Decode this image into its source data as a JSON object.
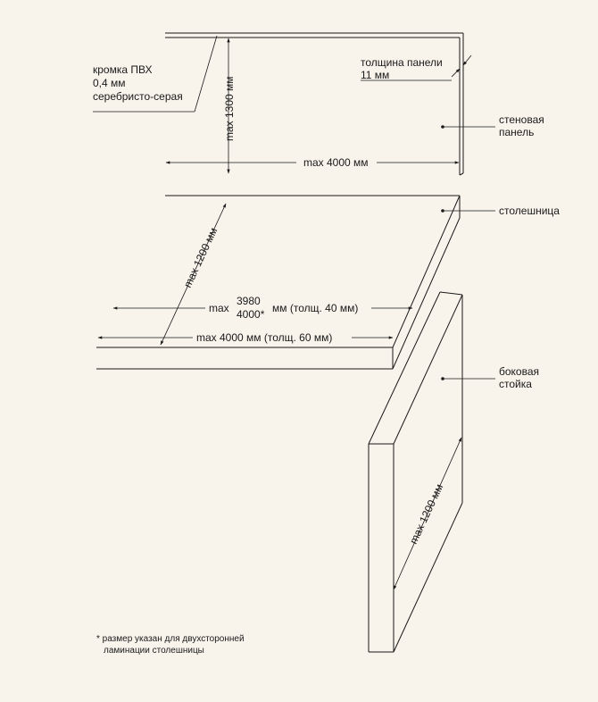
{
  "labels": {
    "edge_line1": "кромка ПВХ",
    "edge_line2": "0,4 мм",
    "edge_line3": "серебристо-серая",
    "panel_thickness_line1": "толщина панели",
    "panel_thickness_line2": "11 мм",
    "wall_panel_line1": "стеновая",
    "wall_panel_line2": "панель",
    "countertop": "столешница",
    "side_post_line1": "боковая",
    "side_post_line2": "стойка"
  },
  "dimensions": {
    "wall_height": "max 1300 мм",
    "wall_width": "max 4000 мм",
    "countertop_depth": "max 1200 мм",
    "countertop_40_prefix": "max",
    "countertop_40_val1": "3980",
    "countertop_40_val2": "4000*",
    "countertop_40_suffix": "мм (толщ. 40 мм)",
    "countertop_60": "max 4000 мм (толщ. 60 мм)",
    "side_post_height": "max 1200 мм"
  },
  "footnote": {
    "line1": "* размер указан для двухсторонней",
    "line2": "ламинации столешницы"
  }
}
